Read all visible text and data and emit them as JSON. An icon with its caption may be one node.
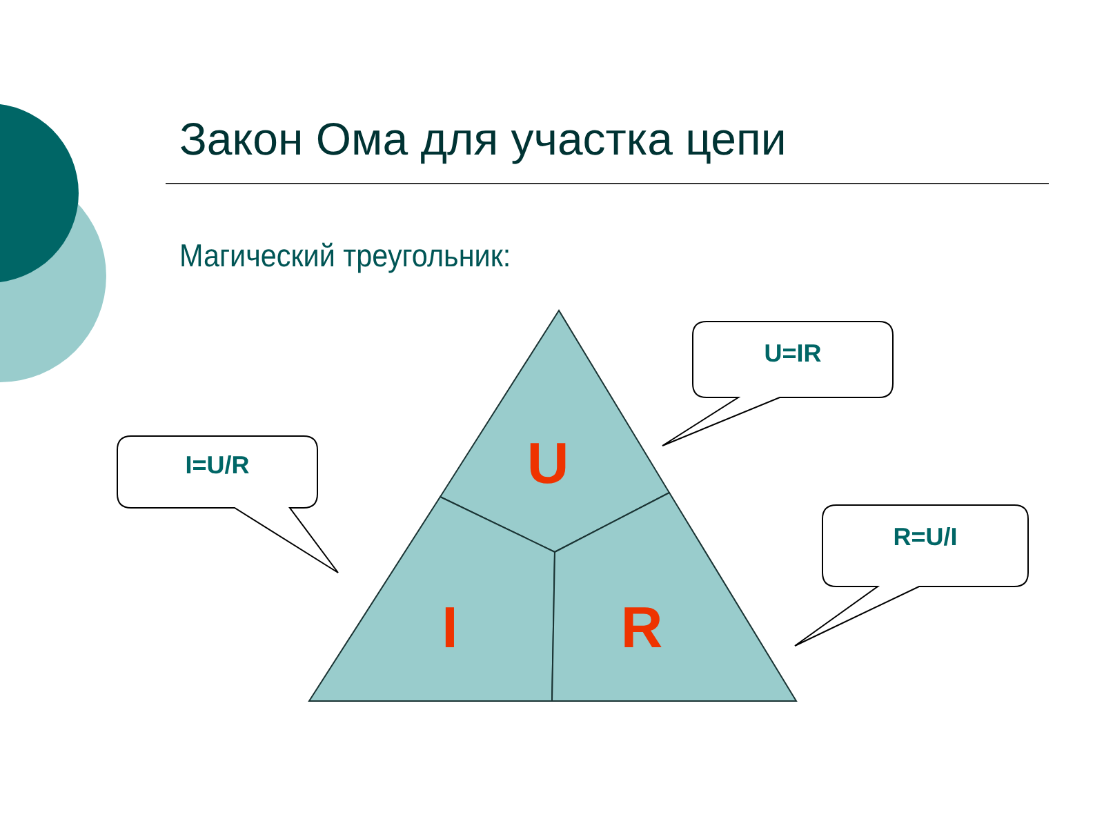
{
  "diagram": {
    "title": "Закон Ома для участка цепи",
    "nodes": [
      {
        "text": [
          "U"
        ]
      },
      {
        "text": [
          "I"
        ]
      },
      {
        "text": [
          "R"
        ]
      },
      {
        "text": [
          "I=U/R"
        ]
      },
      {
        "text": [
          "U=IR"
        ]
      },
      {
        "text": [
          "R=U/I"
        ]
      }
    ],
    "labels": [
      "Магический треугольник:"
    ]
  }
}
